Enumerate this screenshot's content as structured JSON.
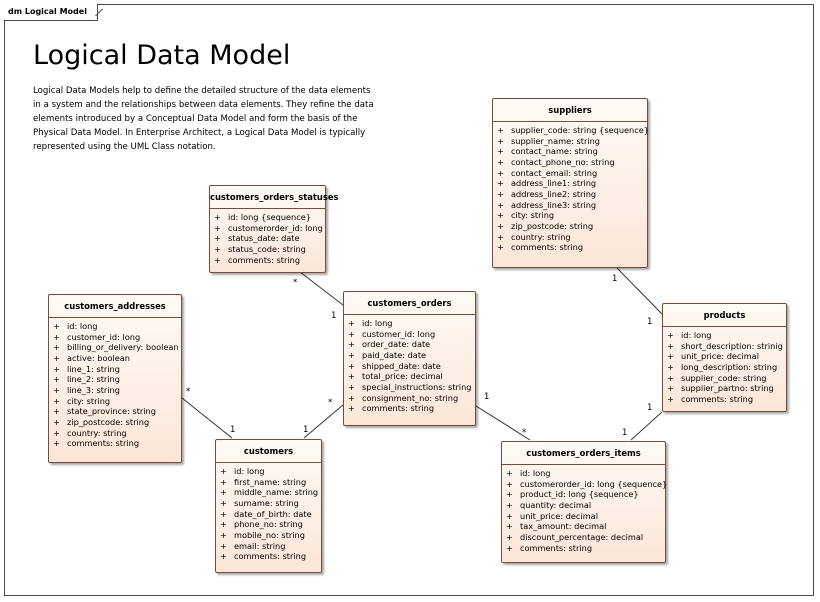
{
  "frame_label": "dm Logical Model",
  "title": "Logical Data Model",
  "description": "Logical Data Models help to define the detailed structure of the data elements in a system and the relationships between data elements. They refine the data elements introduced by a Conceptual Data Model and form the basis of the Physical Data Model. In Enterprise Architect, a Logical Data Model is typically represented using the UML Class notation.",
  "classes": {
    "suppliers": {
      "name": "suppliers",
      "attributes": [
        "supplier_code: string {sequence}",
        "supplier_name: string",
        "contact_name: string",
        "contact_phone_no: string",
        "contact_email: string",
        "address_line1: string",
        "address_line2: string",
        "address_line3: string",
        "city: string",
        "zip_postcode: string",
        "country: string",
        "comments: string"
      ]
    },
    "customers_orders_statuses": {
      "name": "customers_orders_statuses",
      "attributes": [
        "id: long {sequence}",
        "customerorder_id: long",
        "status_date: date",
        "status_code: string",
        "comments: string"
      ]
    },
    "customers_addresses": {
      "name": "customers_addresses",
      "attributes": [
        "id: long",
        "customer_id: long",
        "billing_or_delivery: boolean",
        "active: boolean",
        "line_1: string",
        "line_2: string",
        "line_3: string",
        "city: string",
        "state_province: string",
        "zip_postcode: string",
        "country: string",
        "comments: string"
      ]
    },
    "customers_orders": {
      "name": "customers_orders",
      "attributes": [
        "id: long",
        "customer_id: long",
        "order_date: date",
        "paid_date: date",
        "shipped_date: date",
        "total_price: decimal",
        "special_instructions: string",
        "consignment_no: string",
        "comments: string"
      ]
    },
    "products": {
      "name": "products",
      "attributes": [
        "id: long",
        "short_description: strinig",
        "unit_price: decimal",
        "long_description: string",
        "supplier_code: string",
        "supplier_partno: string",
        "comments: string"
      ]
    },
    "customers": {
      "name": "customers",
      "attributes": [
        "id: long",
        "first_name: string",
        "middle_name: string",
        "surname: string",
        "date_of_birth: date",
        "phone_no: string",
        "mobile_no: string",
        "email: string",
        "comments: string"
      ]
    },
    "customers_orders_items": {
      "name": "customers_orders_items",
      "attributes": [
        "id: long",
        "customerorder_id: long {sequence}",
        "product_id: long {sequence}",
        "quantity: decimal",
        "unit_price: decimal",
        "tax_amount: decimal",
        "discount_percentage: decimal",
        "comments: string"
      ]
    }
  },
  "visibility_symbol": "+",
  "multiplicities": {
    "statuses_many": "*",
    "statuses_orders_one": "1",
    "addresses_many": "*",
    "addresses_customers_one": "1",
    "customers_orders_one": "1",
    "customers_orders_many": "*",
    "orders_items_one": "1",
    "orders_items_many": "*",
    "suppliers_one": "1",
    "suppliers_products_one": "1",
    "products_items_one_a": "1",
    "products_items_one_b": "1"
  },
  "colors": {
    "class_border": "#7a4a3a",
    "class_fill_top": "#fffaf5",
    "class_fill_bottom": "#fbe6d8",
    "line": "#333333"
  }
}
